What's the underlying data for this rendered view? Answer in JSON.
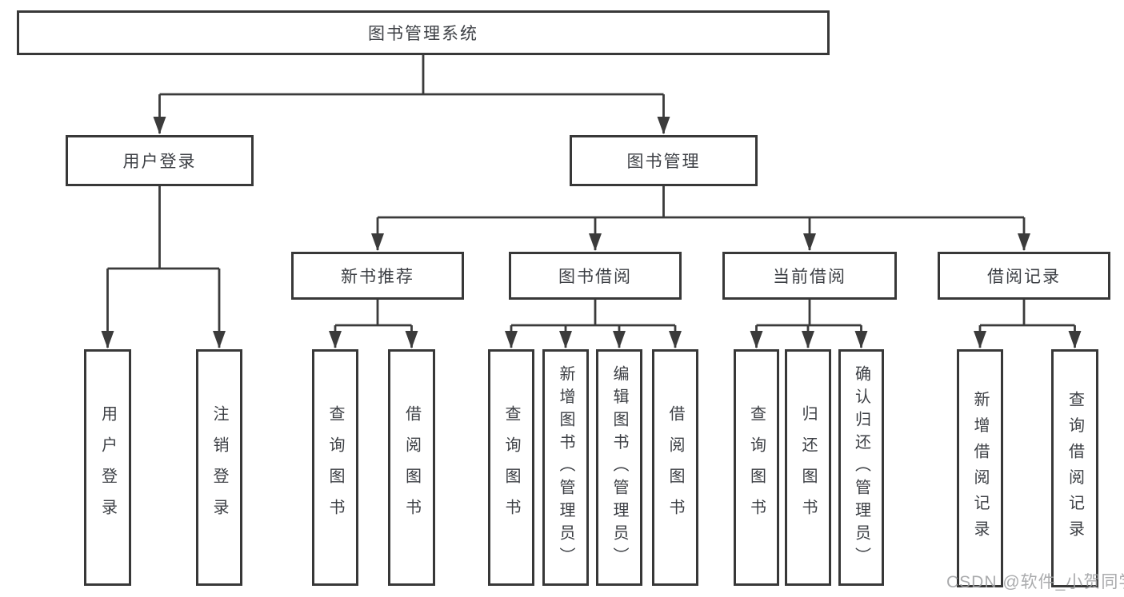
{
  "diagram": {
    "root_label": "图书管理系统",
    "level1": {
      "user_login": "用户登录",
      "book_management": "图书管理"
    },
    "level2": {
      "new_book_recommend": "新书推荐",
      "book_borrow": "图书借阅",
      "current_borrow": "当前借阅",
      "borrow_records": "借阅记录"
    },
    "leaves": {
      "user_login": [
        "用户登录",
        "注销登录"
      ],
      "new_book_recommend": [
        "查询图书",
        "借阅图书"
      ],
      "book_borrow": [
        "查询图书",
        "新增图书（管理员）",
        "编辑图书（管理员）",
        "借阅图书"
      ],
      "current_borrow": [
        "查询图书",
        "归还图书",
        "确认归还（管理员）"
      ],
      "borrow_records": [
        "新增借阅记录",
        "查询借阅记录"
      ]
    }
  },
  "watermark": "CSDN @软件_小贺同学",
  "colors": {
    "line": "#3b3b3b",
    "box_border": "#383838",
    "text": "#3c3f44",
    "watermark": "#9e9fa2",
    "background": "#ffffff"
  }
}
